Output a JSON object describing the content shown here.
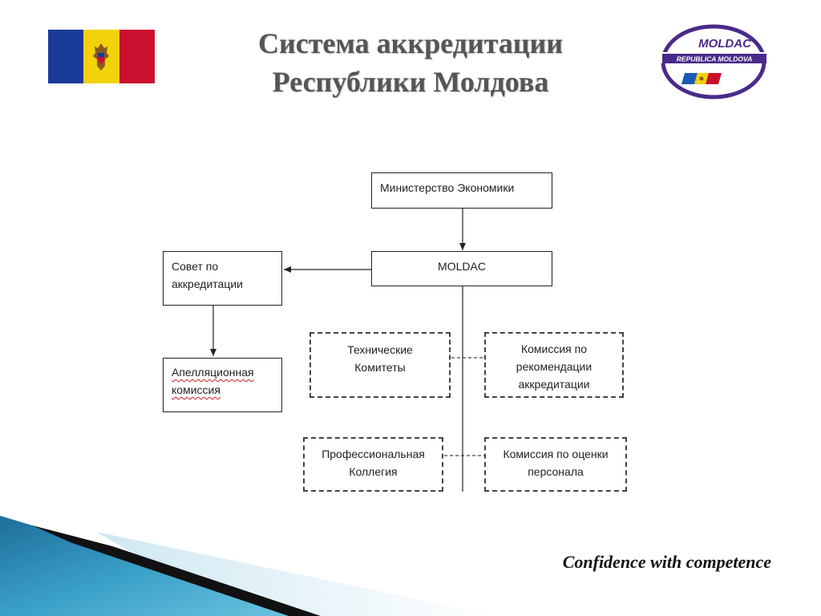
{
  "header": {
    "title_line1": "Система аккредитации",
    "title_line2": "Республики Молдова"
  },
  "flag": {
    "colors": [
      "#1a3a9a",
      "#f2d20a",
      "#cc1030"
    ],
    "icon": "moldova-flag-icon"
  },
  "logo": {
    "name": "MOLDAC",
    "subtitle": "REPUBLICA MOLDOVA",
    "accent": "#4a2a8a",
    "icon": "moldac-logo-icon"
  },
  "diagram": {
    "ministry": "Министерство Экономики",
    "moldac": "MOLDAC",
    "council": {
      "line1": "Совет по",
      "line2": "аккредитации"
    },
    "appeal": {
      "line1": "Апелляционная",
      "line2": "комиссия"
    },
    "technical": {
      "line1": "Технические",
      "line2": "Комитеты"
    },
    "recommend": {
      "line1": "Комиссия по",
      "line2": "рекомендации",
      "line3": "аккредитации"
    },
    "professional": {
      "line1": "Профессиональная",
      "line2": "Коллегия"
    },
    "personnel": {
      "line1": "Комиссия по оценки",
      "line2": "персонала"
    }
  },
  "footer": {
    "tagline": "Confidence with competence",
    "accent_color": "#1a7fb0"
  }
}
